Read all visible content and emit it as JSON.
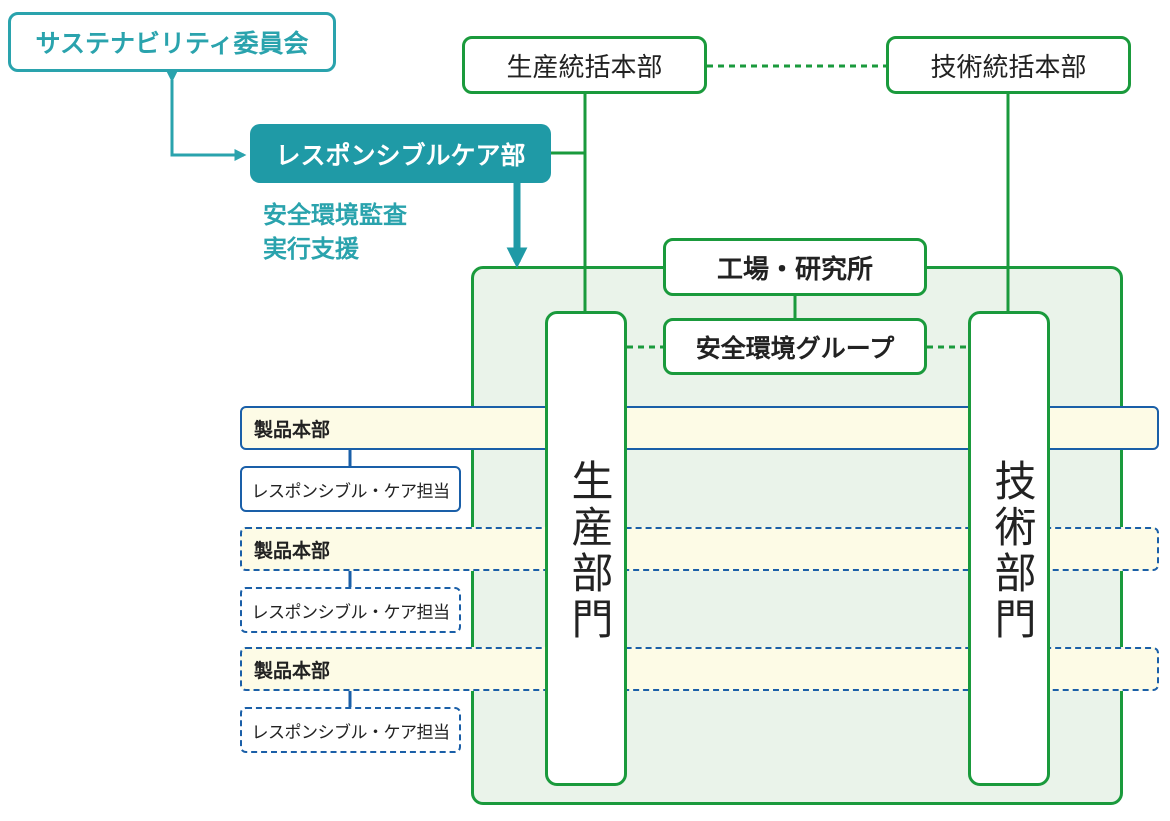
{
  "colors": {
    "green": "#1a9a3c",
    "teal": "#2aa3ad",
    "teal_fill": "#1f9aa6",
    "blue": "#1a5fa8",
    "factory_bg": "#eaf3ea",
    "band_bg": "#fdfbe6"
  },
  "nodes": {
    "sustainability_committee": "サステナビリティ委員会",
    "responsible_care_dept": "レスポンシブルケア部",
    "audit_line1": "安全環境監査",
    "audit_line2": "実行支援",
    "production_hq": "生産統括本部",
    "technology_hq": "技術統括本部",
    "plants_labs": "工場・研究所",
    "safety_env_group": "安全環境グループ",
    "production_division": "生産部門",
    "technology_division": "技術部門"
  },
  "product_units": [
    {
      "hq_label": "製品本部",
      "rc_label": "レスポンシブル・ケア担当",
      "style": "solid"
    },
    {
      "hq_label": "製品本部",
      "rc_label": "レスポンシブル・ケア担当",
      "style": "dashed"
    },
    {
      "hq_label": "製品本部",
      "rc_label": "レスポンシブル・ケア担当",
      "style": "dashed"
    }
  ]
}
